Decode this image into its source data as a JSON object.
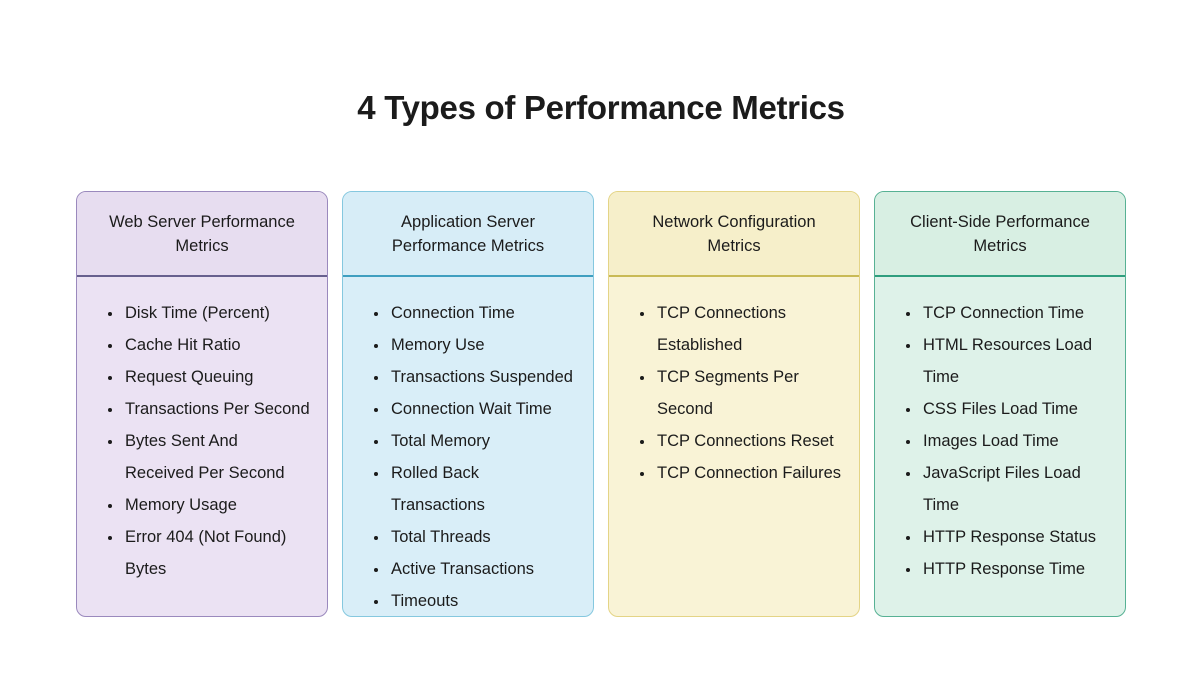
{
  "page": {
    "title": "4 Types of Performance Metrics",
    "background": "#ffffff",
    "text_color": "#1b1b1b"
  },
  "cards": [
    {
      "title": "Web Server Performance Metrics",
      "colors": {
        "header_bg": "#e7ddf0",
        "body_bg": "#ebe2f3",
        "border": "#9a89bd",
        "divider": "#67608e"
      },
      "items": [
        "Disk Time (Percent)",
        "Cache Hit Ratio",
        "Request Queuing",
        "Transactions Per Second",
        "Bytes Sent And Received Per Second",
        "Memory Usage",
        "Error 404 (Not Found) Bytes"
      ]
    },
    {
      "title": "Application Server Performance Metrics",
      "colors": {
        "header_bg": "#d7edf7",
        "body_bg": "#d9eef8",
        "border": "#85c8df",
        "divider": "#3f9fc0"
      },
      "items": [
        "Connection Time",
        "Memory Use",
        "Transactions Suspended",
        "Connection Wait Time",
        "Total Memory",
        "Rolled Back Transactions",
        "Total Threads",
        "Active Transactions",
        "Timeouts"
      ]
    },
    {
      "title": "Network Configuration Metrics",
      "colors": {
        "header_bg": "#f6efca",
        "body_bg": "#f9f3d6",
        "border": "#e4d486",
        "divider": "#c9ba55"
      },
      "items": [
        "TCP Connections Established",
        "TCP Segments Per Second",
        "TCP Connections Reset",
        "TCP Connection Failures"
      ]
    },
    {
      "title": "Client-Side Performance Metrics",
      "colors": {
        "header_bg": "#d8efe3",
        "body_bg": "#def2e9",
        "border": "#57b194",
        "divider": "#2f9e7e"
      },
      "items": [
        "TCP Connection Time",
        "HTML Resources Load Time",
        "CSS Files Load Time",
        "Images Load Time",
        "JavaScript Files Load Time",
        "HTTP Response Status",
        "HTTP Response Time"
      ]
    }
  ]
}
